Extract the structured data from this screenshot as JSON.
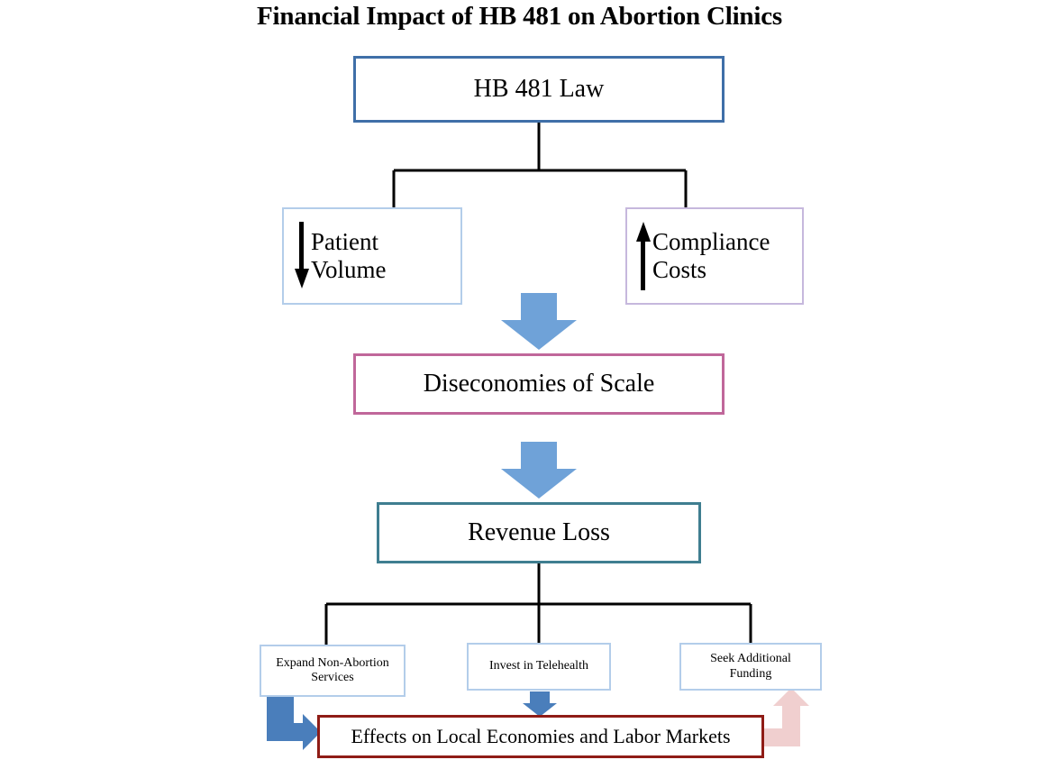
{
  "title": "Financial Impact of HB 481 on Abortion Clinics",
  "colors": {
    "hb481_border": "#3f6fa8",
    "patient_volume_border": "#b3cdea",
    "compliance_costs_border": "#c6b8dd",
    "diseconomies_border": "#c0679a",
    "revenue_loss_border": "#3f7e90",
    "strategy_border": "#b3cdea",
    "effects_border": "#8f1c16",
    "block_arrow_blue": "#6fa2d8",
    "small_arrow_blue": "#4a7ebb",
    "elbow_arrow_blue": "#4a7ebb",
    "elbow_arrow_pink": "#f0cfcf",
    "connector_line": "#000000",
    "background": "#ffffff"
  },
  "nodes": {
    "hb481": {
      "label": "HB 481 Law"
    },
    "patient_volume": {
      "arrow": "down-arrow-icon",
      "line1": "Patient",
      "line2": "Volume"
    },
    "compliance_costs": {
      "arrow": "up-arrow-icon",
      "line1": "Compliance",
      "line2": "Costs"
    },
    "diseconomies": {
      "label": "Diseconomies of Scale"
    },
    "revenue_loss": {
      "label": "Revenue Loss"
    },
    "expand_services": {
      "line1": "Expand Non-Abortion",
      "line2": "Services"
    },
    "telehealth": {
      "label": "Invest in Telehealth"
    },
    "funding": {
      "line1": "Seek Additional",
      "line2": "Funding"
    },
    "effects": {
      "label": "Effects on Local Economies and Labor Markets"
    }
  },
  "chart_data": {
    "type": "diagram",
    "title": "Financial Impact of HB 481 on Abortion Clinics",
    "diagram_kind": "flowchart",
    "nodes": [
      {
        "id": "hb481",
        "text": "HB 481 Law",
        "level": 0,
        "border_color": "#3f6fa8"
      },
      {
        "id": "patient_volume",
        "text": "↓ Patient Volume",
        "level": 1,
        "border_color": "#b3cdea"
      },
      {
        "id": "compliance_costs",
        "text": "↑ Compliance Costs",
        "level": 1,
        "border_color": "#c6b8dd"
      },
      {
        "id": "diseconomies",
        "text": "Diseconomies of Scale",
        "level": 2,
        "border_color": "#c0679a"
      },
      {
        "id": "revenue_loss",
        "text": "Revenue Loss",
        "level": 3,
        "border_color": "#3f7e90"
      },
      {
        "id": "expand_services",
        "text": "Expand Non-Abortion Services",
        "level": 4,
        "border_color": "#b3cdea"
      },
      {
        "id": "telehealth",
        "text": "Invest in Telehealth",
        "level": 4,
        "border_color": "#b3cdea"
      },
      {
        "id": "funding",
        "text": "Seek Additional Funding",
        "level": 4,
        "border_color": "#b3cdea"
      },
      {
        "id": "effects",
        "text": "Effects on Local Economies and Labor Markets",
        "level": 5,
        "border_color": "#8f1c16"
      }
    ],
    "edges": [
      {
        "from": "hb481",
        "to": "patient_volume",
        "style": "elbow-line"
      },
      {
        "from": "hb481",
        "to": "compliance_costs",
        "style": "elbow-line"
      },
      {
        "from": "patient_volume",
        "to": "diseconomies",
        "style": "block-arrow-blue"
      },
      {
        "from": "compliance_costs",
        "to": "diseconomies",
        "style": "block-arrow-blue"
      },
      {
        "from": "diseconomies",
        "to": "revenue_loss",
        "style": "block-arrow-blue"
      },
      {
        "from": "revenue_loss",
        "to": "expand_services",
        "style": "elbow-line"
      },
      {
        "from": "revenue_loss",
        "to": "telehealth",
        "style": "straight-line"
      },
      {
        "from": "revenue_loss",
        "to": "funding",
        "style": "elbow-line"
      },
      {
        "from": "expand_services",
        "to": "effects",
        "style": "elbow-arrow-blue"
      },
      {
        "from": "telehealth",
        "to": "effects",
        "style": "small-arrow-blue"
      },
      {
        "from": "effects",
        "to": "funding",
        "style": "elbow-arrow-pink"
      }
    ]
  }
}
